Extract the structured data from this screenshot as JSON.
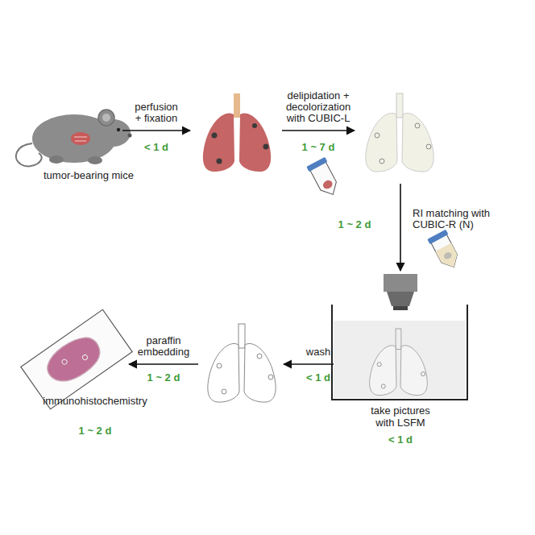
{
  "diagram": {
    "nodes": [
      {
        "text": [
          "tumor-bearing mice"
        ]
      },
      {
        "text": [
          "take pictures with LSFM",
          "< 1 d"
        ]
      },
      {
        "text": [
          "immunohistochemistry",
          "1 ~ 2 d"
        ]
      }
    ],
    "labels": [
      "perfusion + fixation",
      "< 1 d",
      "delipidation + decolorization with CUBIC-L",
      "1 ~ 7 d",
      "RI matching with CUBIC-R (N)",
      "1 ~ 2 d",
      "wash",
      "< 1 d",
      "paraffin embedding",
      "1 ~ 2 d"
    ]
  }
}
